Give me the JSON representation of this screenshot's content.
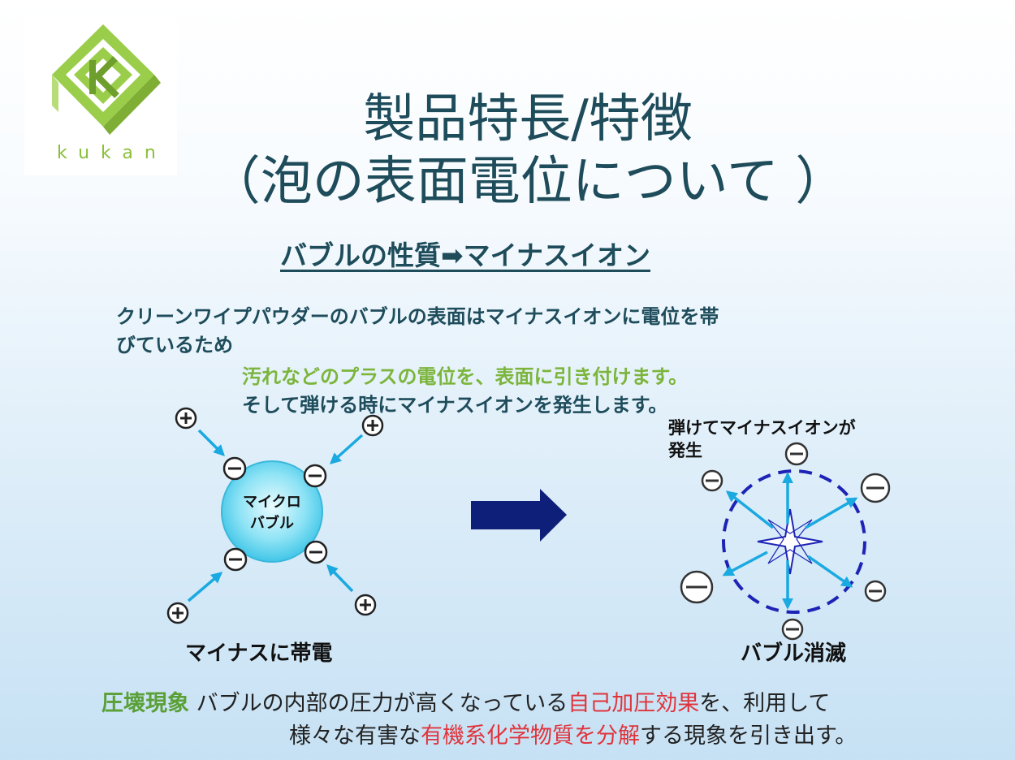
{
  "logo": {
    "text": "kukan",
    "icon": "kukan-cube-logo"
  },
  "title": {
    "line1": "製品特長/特徴",
    "line2": "（泡の表面電位について ）"
  },
  "subtitle": "バブルの性質➡マイナスイオン",
  "paragraph": {
    "line1": "クリーンワイプパウダーのバブルの表面はマイナスイオンに電位を帯",
    "line2": "びているため",
    "line3": "汚れなどのプラスの電位を、表面に引き付けます。",
    "line4": "そして弾ける時にマイナスイオンを発生します。"
  },
  "diagram": {
    "bubble_line1": "マイクロ",
    "bubble_line2": "バブル",
    "left_caption": "マイナスに帯電",
    "right_note_line1": "弾けてマイナスイオンが",
    "right_note_line2": "発生",
    "right_caption": "バブル消滅",
    "arrow_color": "#1aa9e0",
    "big_arrow_color": "#0d1f78",
    "dashed_circle_color": "#1d24b5"
  },
  "bottom": {
    "term": "圧壊現象",
    "text1": " バブルの内部の圧力が高くなっている",
    "highlight1": "自己加圧効果",
    "text2": "を、利用して",
    "text3": "様々な有害な",
    "highlight2": "有機系化学物質を分解",
    "text4": "する現象を引き出す。"
  }
}
